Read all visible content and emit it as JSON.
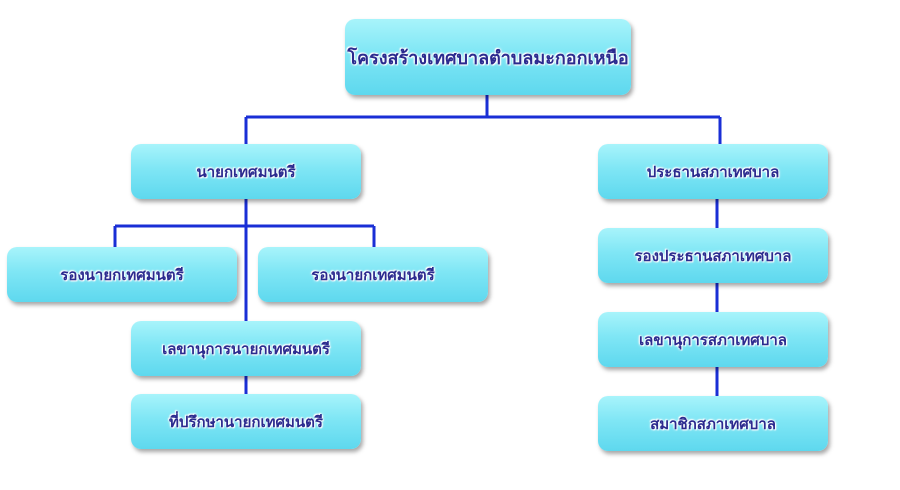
{
  "org": {
    "title": "โครงสร้างเทศบาลตำบลมะกอกเหนือ",
    "mayor": "นายกเทศมนตรี",
    "deputy_mayor_1": "รองนายกเทศมนตรี",
    "deputy_mayor_2": "รองนายกเทศมนตรี",
    "mayor_secretary": "เลขานุการนายกเทศมนตรี",
    "mayor_advisor": "ที่ปรึกษานายกเทศมนตรี",
    "council_chair": "ประธานสภาเทศบาล",
    "council_vice_chair": "รองประธานสภาเทศบาล",
    "council_secretary": "เลขานุการสภาเทศบาล",
    "council_member": "สมาชิกสภาเทศบาล"
  },
  "colors": {
    "connector": "#1a2fd6",
    "box_top": "#a8f4fb",
    "box_bottom": "#5ed8ee",
    "text": "#2b2b8f"
  }
}
